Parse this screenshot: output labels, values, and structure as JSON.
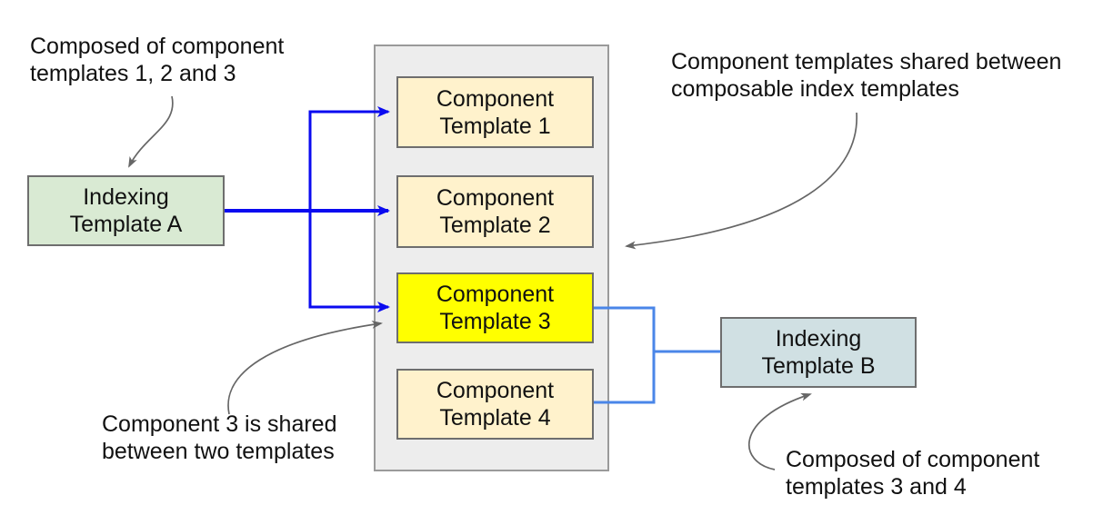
{
  "colors": {
    "background": "#ffffff",
    "box_green": "#d9ead3",
    "box_cream": "#fff2cc",
    "box_yellow": "#ffff00",
    "box_blue_gray": "#d0e0e3",
    "container_gray": "#ededed",
    "connector_dark_blue": "#0a0af0",
    "connector_light_blue": "#4a86e8",
    "annotation_arrow_gray": "#666666",
    "text": "#111111"
  },
  "boxes": {
    "template_a": {
      "line1": "Indexing",
      "line2": "Template A"
    },
    "ct1": {
      "line1": "Component",
      "line2": "Template 1"
    },
    "ct2": {
      "line1": "Component",
      "line2": "Template 2"
    },
    "ct3": {
      "line1": "Component",
      "line2": "Template 3"
    },
    "ct4": {
      "line1": "Component",
      "line2": "Template 4"
    },
    "template_b": {
      "line1": "Indexing",
      "line2": "Template B"
    }
  },
  "annotations": {
    "top_left": {
      "line1": "Composed of component",
      "line2": "templates 1, 2 and 3"
    },
    "top_right": {
      "line1": "Component templates shared between",
      "line2": "composable index templates"
    },
    "bottom_left": {
      "line1": "Component 3 is shared",
      "line2": "between two templates"
    },
    "bottom_right": {
      "line1": "Composed of component",
      "line2": "templates 3 and 4"
    }
  }
}
